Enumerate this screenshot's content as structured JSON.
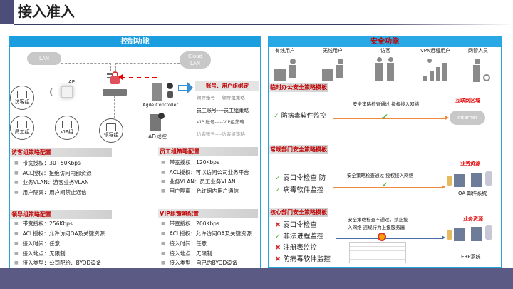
{
  "page": {
    "title": "接入准入"
  },
  "control": {
    "header": "控制功能",
    "clouds": {
      "lan": "LAN",
      "cloud_lan": "Cloud LAN"
    },
    "devices": {
      "ap": "AP",
      "agile": "Agile Controller",
      "ad": "AD域控"
    },
    "groups": [
      "访客组",
      "员工组",
      "VIP组",
      "领导组"
    ],
    "binding": {
      "title": "账号、用户组绑定",
      "items": [
        "领导账号----领导组策略",
        "员工账号----员工组策略",
        "VIP 账号-----VIP组策略",
        "访客账号----访客组策略"
      ]
    },
    "policies": [
      {
        "title": "访客组策略配置",
        "items": [
          "带宽授权：30~50Kbps",
          "ACL授权：拒绝访问内部资源",
          "业务VLAN：游客业务VLAN",
          "用户隔离：用户间禁止通信"
        ]
      },
      {
        "title": "员工组策略配置",
        "items": [
          "带宽授权：120Kbps",
          "ACL授权：可以访问公司业务平台",
          "业务VLAN：员工业务VLAN",
          "用户隔离：允许组内用户通信"
        ]
      },
      {
        "title": "领导组策略配置",
        "items": [
          "带宽授权：256Kbps",
          "ACL授权：允许访问OA及关键资源",
          "接入时间：任意",
          "接入地点：无限制",
          "接入类型：公司配给、BYOD设备"
        ]
      },
      {
        "title": "VIP组策略配置",
        "items": [
          "带宽授权：200Kbps",
          "ACL授权：允许访问OA及关键资源",
          "接入时间：任意",
          "接入地点：无限制",
          "接入类型：自己的BYOD设备"
        ]
      }
    ]
  },
  "security": {
    "header": "安全功能",
    "users": [
      "有线用户",
      "无线用户",
      "访客",
      "VPN远程用户",
      "网管人员"
    ],
    "templates": [
      {
        "title": "临时办公安全策略模板",
        "checks": [
          {
            "label": "防病毒软件监控",
            "status": "pass"
          }
        ],
        "flow": "安全策略检查通过 授权接入网络",
        "zone": "互联网区域",
        "target": "Internet"
      },
      {
        "title": "常规部门安全策略模板",
        "checks": [
          {
            "label": "弱口令检查 防",
            "status": "pass"
          },
          {
            "label": "病毒软件监控",
            "status": "pass"
          }
        ],
        "flow": "安全策略检查通过 授权接入网络",
        "zone": "业务资源",
        "target": "OA 邮件系统"
      },
      {
        "title": "核心部门安全策略模板",
        "checks": [
          {
            "label": "弱口令检查",
            "status": "fail"
          },
          {
            "label": "非法进程监控",
            "status": "pass"
          },
          {
            "label": "注册表监控",
            "status": "fail"
          },
          {
            "label": "防病毒软件监控",
            "status": "fail"
          }
        ],
        "flow_line1": "安全策略检查不通过，禁止接",
        "flow_line2": "入网络 违规行为上报服务器",
        "zone": "业务资源",
        "target": "ERP系统"
      }
    ]
  },
  "colors": {
    "accent": "#4d4d7a",
    "panel_border": "#29a3dc",
    "header_blue": "#1a9ee0",
    "alert_red": "#e00000",
    "pass_green": "#59b33a",
    "flow_orange": "#f08a3c",
    "flow_blue": "#4a6fa5"
  }
}
